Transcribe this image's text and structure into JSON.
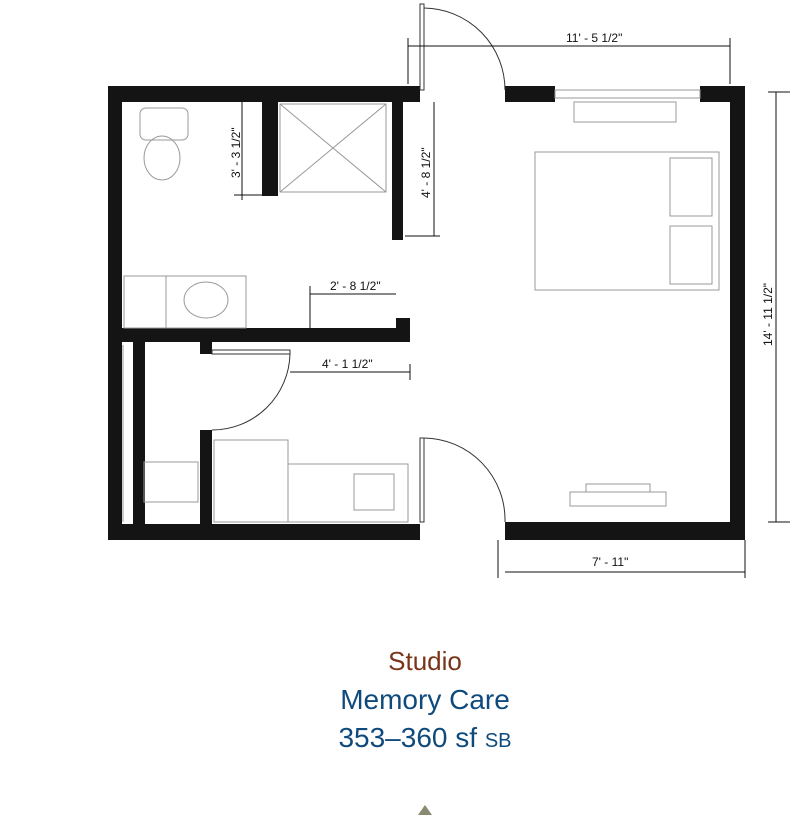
{
  "plan": {
    "dimensions": {
      "top_width": "11' - 5 1/2\"",
      "right_height": "14' - 11 1/2\"",
      "bottom_width": "7' - 11\"",
      "bath_shower": "3' - 3 1/2\"",
      "bath_depth": "4' - 8 1/2\"",
      "bath_opening": "2' - 8 1/2\"",
      "closet_opening": "4' - 1 1/2\""
    }
  },
  "caption": {
    "unit_type": "Studio",
    "program": "Memory Care",
    "area": "353–360 sf",
    "area_suffix": "SB"
  },
  "colors": {
    "unit_type": "#7a3418",
    "program": "#0f4a7c",
    "wall": "#111111"
  }
}
